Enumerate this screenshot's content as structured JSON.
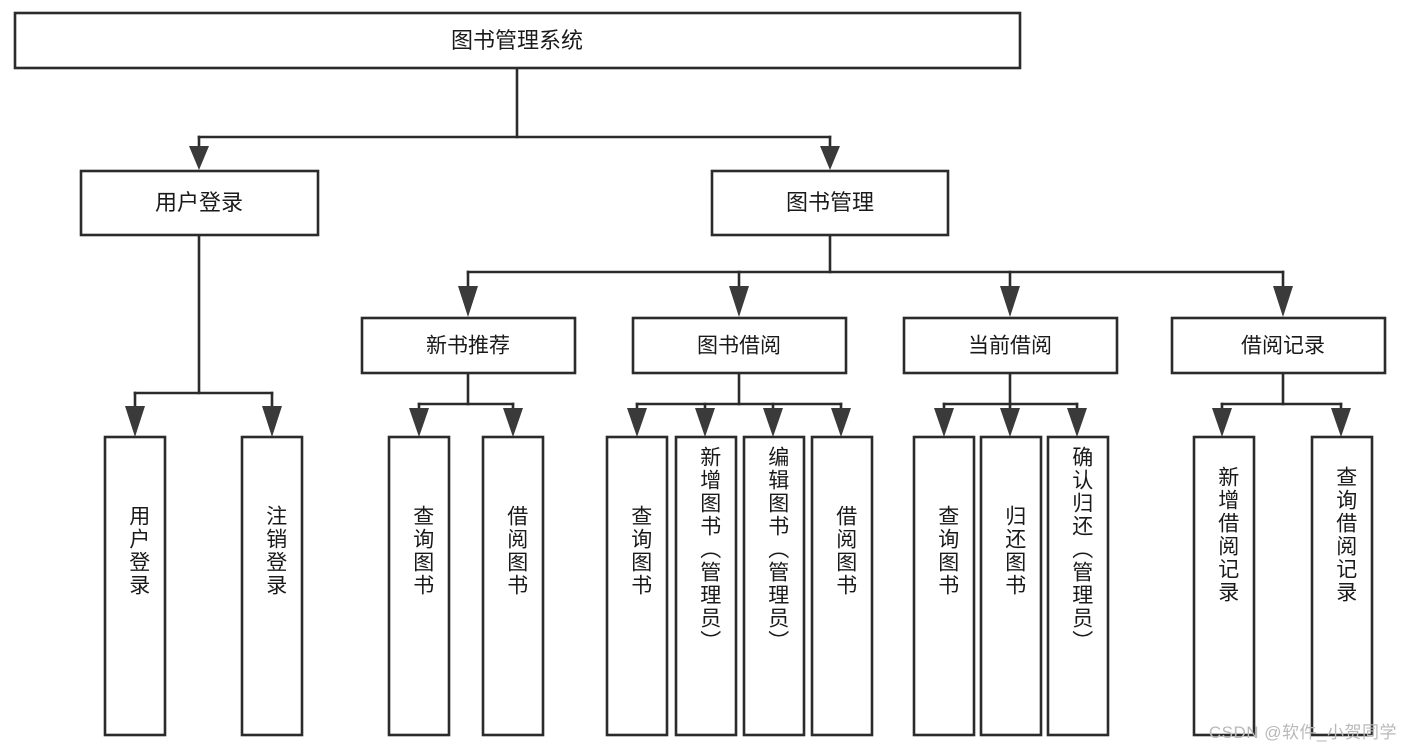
{
  "diagram": {
    "title_node": {
      "label": "图书管理系统"
    },
    "level2": [
      {
        "id": "user-login",
        "label": "用户登录"
      },
      {
        "id": "book-management",
        "label": "图书管理"
      }
    ],
    "level3": [
      {
        "id": "new-book-recommend",
        "label": "新书推荐"
      },
      {
        "id": "book-borrow",
        "label": "图书借阅"
      },
      {
        "id": "current-borrow",
        "label": "当前借阅"
      },
      {
        "id": "borrow-record",
        "label": "借阅记录"
      }
    ],
    "leaves": {
      "user_login": [
        {
          "id": "leaf-user-login",
          "label": "用户登录"
        },
        {
          "id": "leaf-logout-login",
          "label": "注销登录"
        }
      ],
      "new_book_recommend": [
        {
          "id": "leaf-query-book-1",
          "label": "查询图书"
        },
        {
          "id": "leaf-borrow-book-1",
          "label": "借阅图书"
        }
      ],
      "book_borrow": [
        {
          "id": "leaf-query-book-2",
          "label": "查询图书"
        },
        {
          "id": "leaf-add-book",
          "label": "新增图书（管理员）"
        },
        {
          "id": "leaf-edit-book",
          "label": "编辑图书（管理员）"
        },
        {
          "id": "leaf-borrow-book-2",
          "label": "借阅图书"
        }
      ],
      "current_borrow": [
        {
          "id": "leaf-query-book-3",
          "label": "查询图书"
        },
        {
          "id": "leaf-return-book",
          "label": "归还图书"
        },
        {
          "id": "leaf-confirm-return",
          "label": "确认归还（管理员）"
        }
      ],
      "borrow_record": [
        {
          "id": "leaf-add-borrow-record",
          "label": "新增借阅记录"
        },
        {
          "id": "leaf-query-borrow-record",
          "label": "查询借阅记录"
        }
      ]
    }
  },
  "watermark": {
    "text": "CSDN @软件_小贺同学"
  },
  "colors": {
    "box_stroke": "#2b2b2b",
    "connector": "#2b2b2b",
    "background": "#ffffff",
    "text": "#1a1a1a",
    "watermark": "#b9b9b9"
  }
}
